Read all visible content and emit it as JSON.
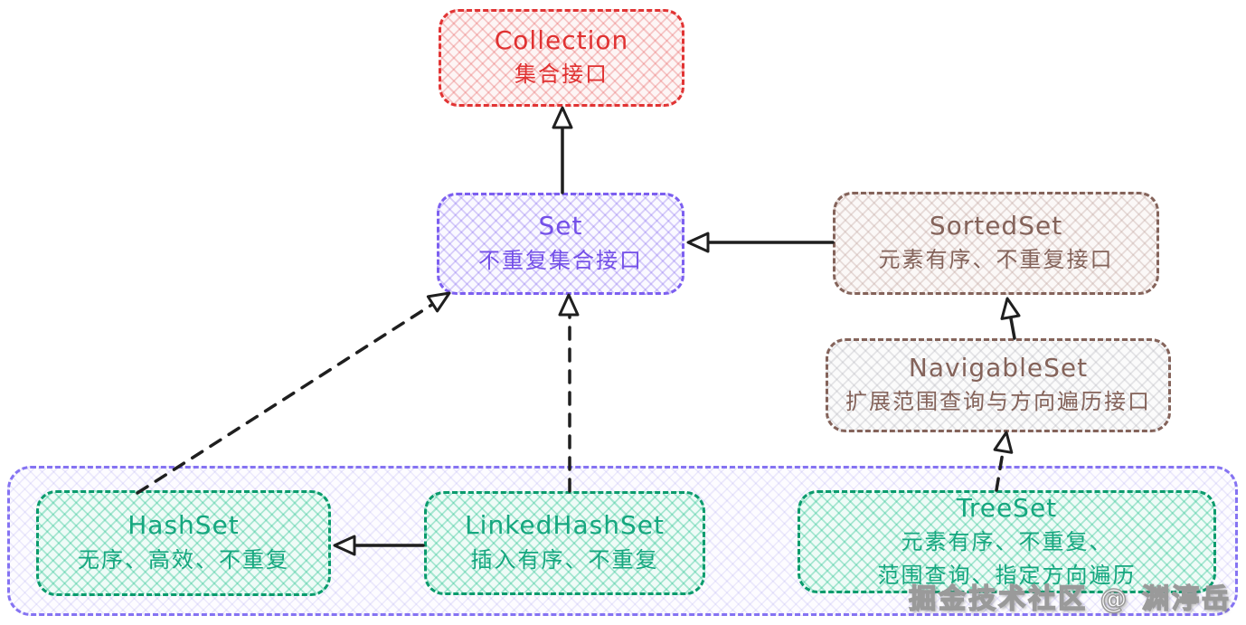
{
  "watermark": "掘金技术社区 @ 渊渟岳",
  "colors": {
    "collection_red": "#e03131",
    "set_purple": "#7450e8",
    "interface_brown": "#84635a",
    "implementation_green": "#16a77f",
    "group_purple": "#8573f2",
    "arrow_black": "#1f1f1f"
  },
  "nodes": {
    "collection": {
      "title": "Collection",
      "lines": [
        "集合接口"
      ]
    },
    "set": {
      "title": "Set",
      "lines": [
        "不重复集合接口"
      ]
    },
    "sortedset": {
      "title": "SortedSet",
      "lines": [
        "元素有序、不重复接口"
      ]
    },
    "navigableset": {
      "title": "NavigableSet",
      "lines": [
        "扩展范围查询与方向遍历接口"
      ]
    },
    "hashset": {
      "title": "HashSet",
      "lines": [
        "无序、高效、不重复"
      ]
    },
    "linkedhashset": {
      "title": "LinkedHashSet",
      "lines": [
        "插入有序、不重复"
      ]
    },
    "treeset": {
      "title": "TreeSet",
      "lines": [
        "元素有序、不重复、",
        "范围查询、指定方向遍历"
      ]
    }
  }
}
